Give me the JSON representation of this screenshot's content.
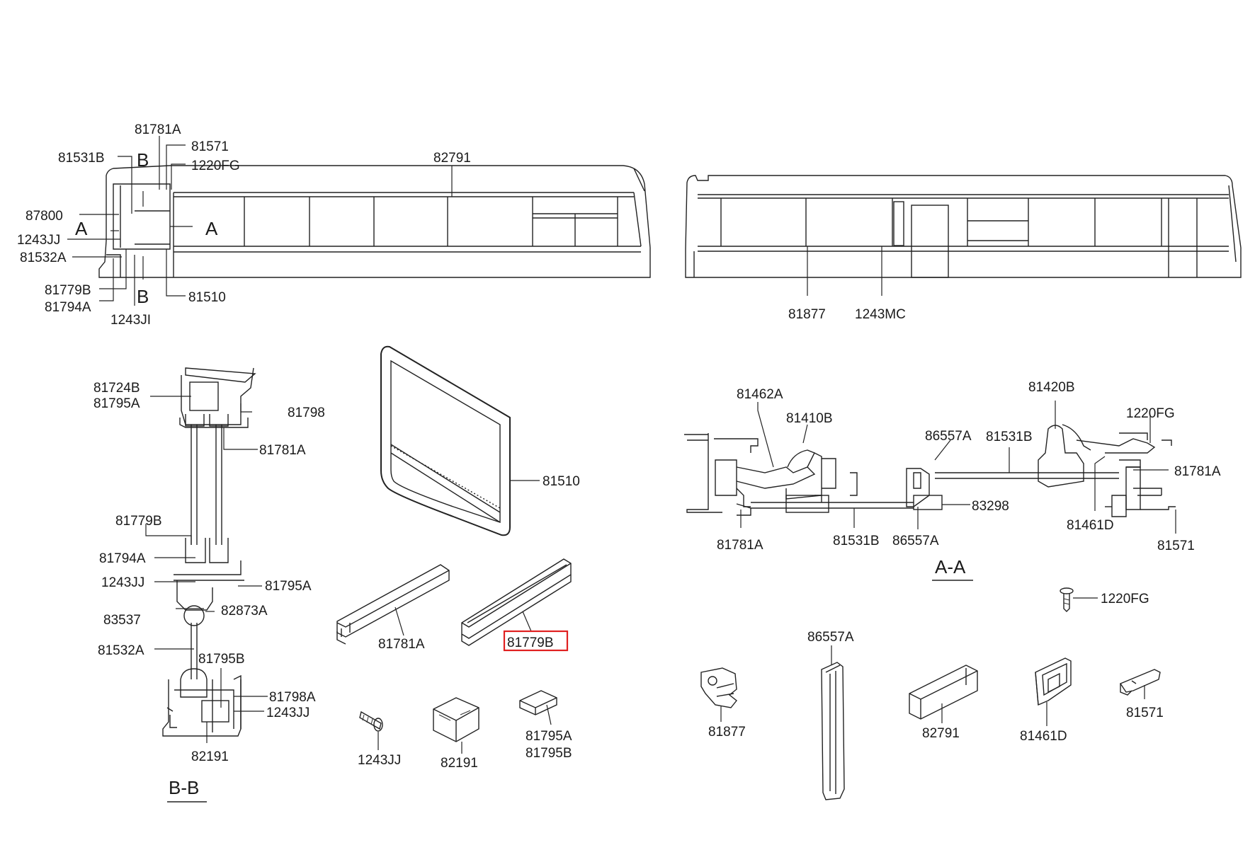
{
  "callouts": {
    "c81781A_top": "81781A",
    "c81571_top": "81571",
    "c81531B_top": "81531B",
    "c1220FG_top": "1220FG",
    "c82791_top": "82791",
    "c87800": "87800",
    "c1243JJ_top": "1243JJ",
    "c81532A_top": "81532A",
    "c81779B_top": "81779B",
    "c81794A_top": "81794A",
    "c1243JI": "1243JI",
    "c81510_top": "81510",
    "c81877_top": "81877",
    "c1243MC": "1243MC",
    "sec_B_top": "B",
    "sec_B_bot": "B",
    "sec_A_left": "A",
    "sec_A_right": "A",
    "bb_81724B": "81724B",
    "bb_81795A_1": "81795A",
    "bb_81798": "81798",
    "bb_81781A": "81781A",
    "bb_81779B": "81779B",
    "bb_81794A": "81794A",
    "bb_1243JJ_1": "1243JJ",
    "bb_81795A_2": "81795A",
    "bb_83537": "83537",
    "bb_82873A": "82873A",
    "bb_81532A": "81532A",
    "bb_81795B": "81795B",
    "bb_81798A": "81798A",
    "bb_1243JJ_2": "1243JJ",
    "bb_82191": "82191",
    "bb_title": "B-B",
    "p_81510": "81510",
    "p_81781A": "81781A",
    "p_81779B": "81779B",
    "p_1243JJ": "1243JJ",
    "p_82191": "82191",
    "p_81795A": "81795A",
    "p_81795B": "81795B",
    "aa_81462A": "81462A",
    "aa_81410B": "81410B",
    "aa_81420B": "81420B",
    "aa_1220FG": "1220FG",
    "aa_86557A_1": "86557A",
    "aa_81531B_1": "81531B",
    "aa_81781A_r": "81781A",
    "aa_83298": "83298",
    "aa_81461D": "81461D",
    "aa_81571": "81571",
    "aa_81781A_l": "81781A",
    "aa_81531B_2": "81531B",
    "aa_86557A_2": "86557A",
    "aa_title": "A-A",
    "p_1220FG": "1220FG",
    "p_86557A": "86557A",
    "p_81877": "81877",
    "p_82791": "82791",
    "p_81461D": "81461D",
    "p_81571": "81571"
  },
  "highlight": {
    "part": "81779B",
    "color": "#e02020"
  }
}
